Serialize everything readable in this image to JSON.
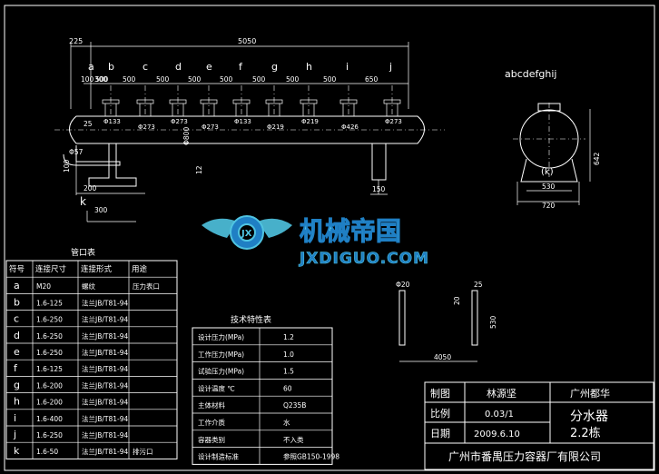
{
  "colors": {
    "background": "#000000",
    "lines": "#ffffff",
    "logo_teal": "#4fc3e0",
    "logo_blue": "#1f7fc4"
  },
  "main_view": {
    "dims": {
      "left_offset": "225",
      "total_length": "5050",
      "first_pitch": "100",
      "first_pitch_b": "300",
      "diam_a": "Φ57",
      "h_100": "100",
      "h_200": "200",
      "h_300": "300",
      "h_12": "12",
      "h_25": "25",
      "h_800": "Φ800",
      "h_150": "150"
    },
    "letters": [
      "a",
      "b",
      "c",
      "d",
      "e",
      "f",
      "g",
      "h",
      "i",
      "j"
    ],
    "pitches": [
      "500",
      "500",
      "500",
      "500",
      "500",
      "500",
      "500",
      "500",
      "650"
    ],
    "nozzles": [
      "Φ133",
      "Φ273",
      "Φ273",
      "Φ273",
      "Φ133",
      "Φ219",
      "Φ219",
      "Φ426",
      "Φ273"
    ],
    "k_label": "k"
  },
  "end_view": {
    "letters": "abcdefghij",
    "k_label": "(k)",
    "dim_530": "530",
    "dim_720": "720",
    "dim_642": "642"
  },
  "support_view": {
    "d20": "Φ20",
    "d25": "25",
    "h20": "20",
    "h530": "530",
    "l4050": "4050"
  },
  "watermark": {
    "cn": "机械帝国",
    "en": "JXDIGUO.COM"
  },
  "nozzle_table": {
    "title": "管口表",
    "headers": [
      "符号",
      "连接尺寸",
      "连接形式",
      "用途"
    ],
    "rows": [
      [
        "a",
        "M20",
        "螺纹",
        "压力表口"
      ],
      [
        "b",
        "1.6-125",
        "法兰JB/T81-94",
        ""
      ],
      [
        "c",
        "1.6-250",
        "法兰JB/T81-94",
        ""
      ],
      [
        "d",
        "1.6-250",
        "法兰JB/T81-94",
        ""
      ],
      [
        "e",
        "1.6-250",
        "法兰JB/T81-94",
        ""
      ],
      [
        "f",
        "1.6-125",
        "法兰JB/T81-94",
        ""
      ],
      [
        "g",
        "1.6-200",
        "法兰JB/T81-94",
        ""
      ],
      [
        "h",
        "1.6-200",
        "法兰JB/T81-94",
        ""
      ],
      [
        "i",
        "1.6-400",
        "法兰JB/T81-94",
        ""
      ],
      [
        "j",
        "1.6-250",
        "法兰JB/T81-94",
        ""
      ],
      [
        "k",
        "1.6-50",
        "法兰JB/T81-94",
        "排污口"
      ]
    ]
  },
  "spec_table": {
    "title": "技术特性表",
    "rows": [
      [
        "设计压力(MPa)",
        "1.2"
      ],
      [
        "工作压力(MPa)",
        "1.0"
      ],
      [
        "试验压力(MPa)",
        "1.5"
      ],
      [
        "设计温度 ℃",
        "60"
      ],
      [
        "主体材料",
        "Q235B"
      ],
      [
        "工作介质",
        "水"
      ],
      [
        "容器类别",
        "不入类"
      ],
      [
        "设计制造标准",
        "参照GB150-1998"
      ]
    ]
  },
  "title_block": {
    "r1": [
      "制图",
      "林源坚",
      "广州都华"
    ],
    "r2": [
      "比例",
      "0.03/1"
    ],
    "r3": [
      "日期",
      "2009.6.10"
    ],
    "product": "分水器",
    "building": "2.2栋",
    "company": "广州市番禺压力容器厂有限公司"
  }
}
